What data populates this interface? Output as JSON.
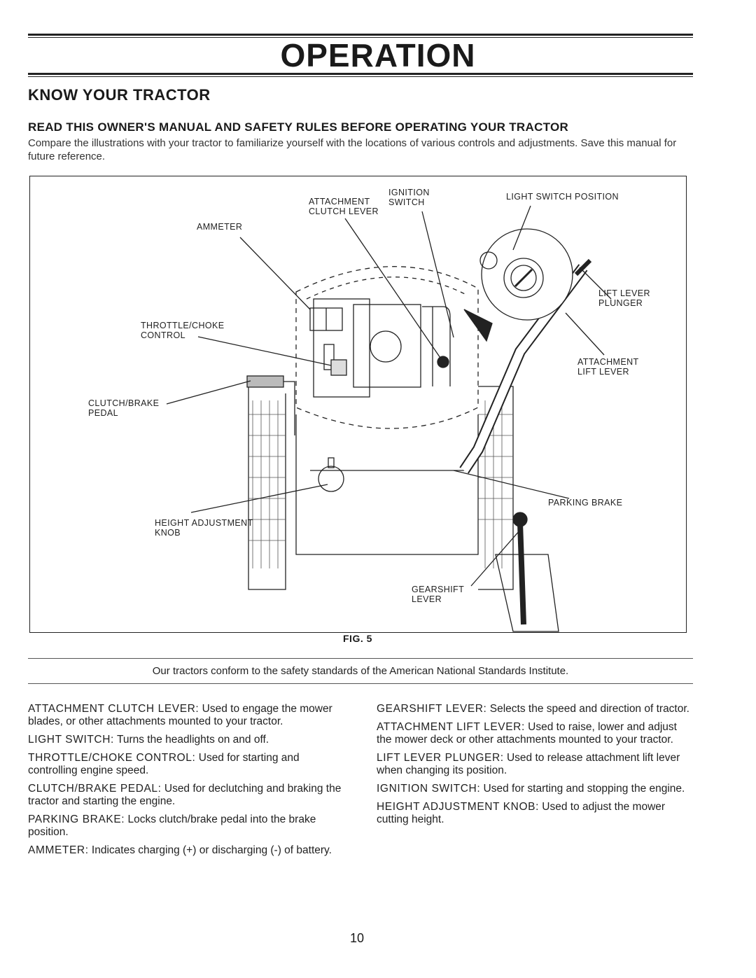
{
  "header": {
    "title": "OPERATION",
    "section_heading": "KNOW YOUR TRACTOR",
    "subheading": "READ THIS OWNER'S MANUAL AND SAFETY RULES BEFORE OPERATING YOUR TRACTOR",
    "intro": "Compare the illustrations with your tractor to familiarize yourself with the locations of various controls and adjustments. Save this manual for future reference."
  },
  "figure": {
    "caption": "FIG. 5",
    "callouts": {
      "attachment_clutch_lever": "ATTACHMENT\nCLUTCH LEVER",
      "ignition_switch": "IGNITION\nSWITCH",
      "light_switch_position": "LIGHT SWITCH POSITION",
      "ammeter": "AMMETER",
      "lift_lever_plunger": "LIFT LEVER\nPLUNGER",
      "throttle_choke_control": "THROTTLE/CHOKE\nCONTROL",
      "attachment_lift_lever": "ATTACHMENT\nLIFT LEVER",
      "clutch_brake_pedal": "CLUTCH/BRAKE\nPEDAL",
      "parking_brake": "PARKING BRAKE",
      "height_adjustment_knob": "HEIGHT ADJUSTMENT\nKNOB",
      "gearshift_lever": "GEARSHIFT\nLEVER"
    }
  },
  "notice": "Our tractors conform to the safety standards of the American National Standards Institute.",
  "definitions": {
    "left": [
      {
        "term": "ATTACHMENT CLUTCH LEVER:",
        "text": " Used to engage the mower blades, or other attachments mounted to your tractor."
      },
      {
        "term": "LIGHT SWITCH:",
        "text": " Turns the headlights on and off."
      },
      {
        "term": "THROTTLE/CHOKE CONTROL:",
        "text": " Used for starting and controlling engine speed."
      },
      {
        "term": "CLUTCH/BRAKE PEDAL:",
        "text": " Used for declutching and braking the tractor and starting the engine."
      },
      {
        "term": "PARKING BRAKE:",
        "text": " Locks clutch/brake pedal into the brake position."
      },
      {
        "term": "AMMETER:",
        "text": " Indicates charging (+) or discharging (-) of battery."
      }
    ],
    "right": [
      {
        "term": "GEARSHIFT LEVER:",
        "text": " Selects the speed and direction of tractor."
      },
      {
        "term": "ATTACHMENT LIFT LEVER:",
        "text": " Used to raise, lower and adjust the mower deck or other attachments mounted to your tractor."
      },
      {
        "term": "LIFT LEVER PLUNGER:",
        "text": " Used to release attachment lift lever when changing its position."
      },
      {
        "term": "IGNITION SWITCH:",
        "text": " Used for starting and stopping the engine."
      },
      {
        "term": "HEIGHT ADJUSTMENT KNOB:",
        "text": " Used to adjust the mower cutting height."
      }
    ]
  },
  "page_number": "10"
}
